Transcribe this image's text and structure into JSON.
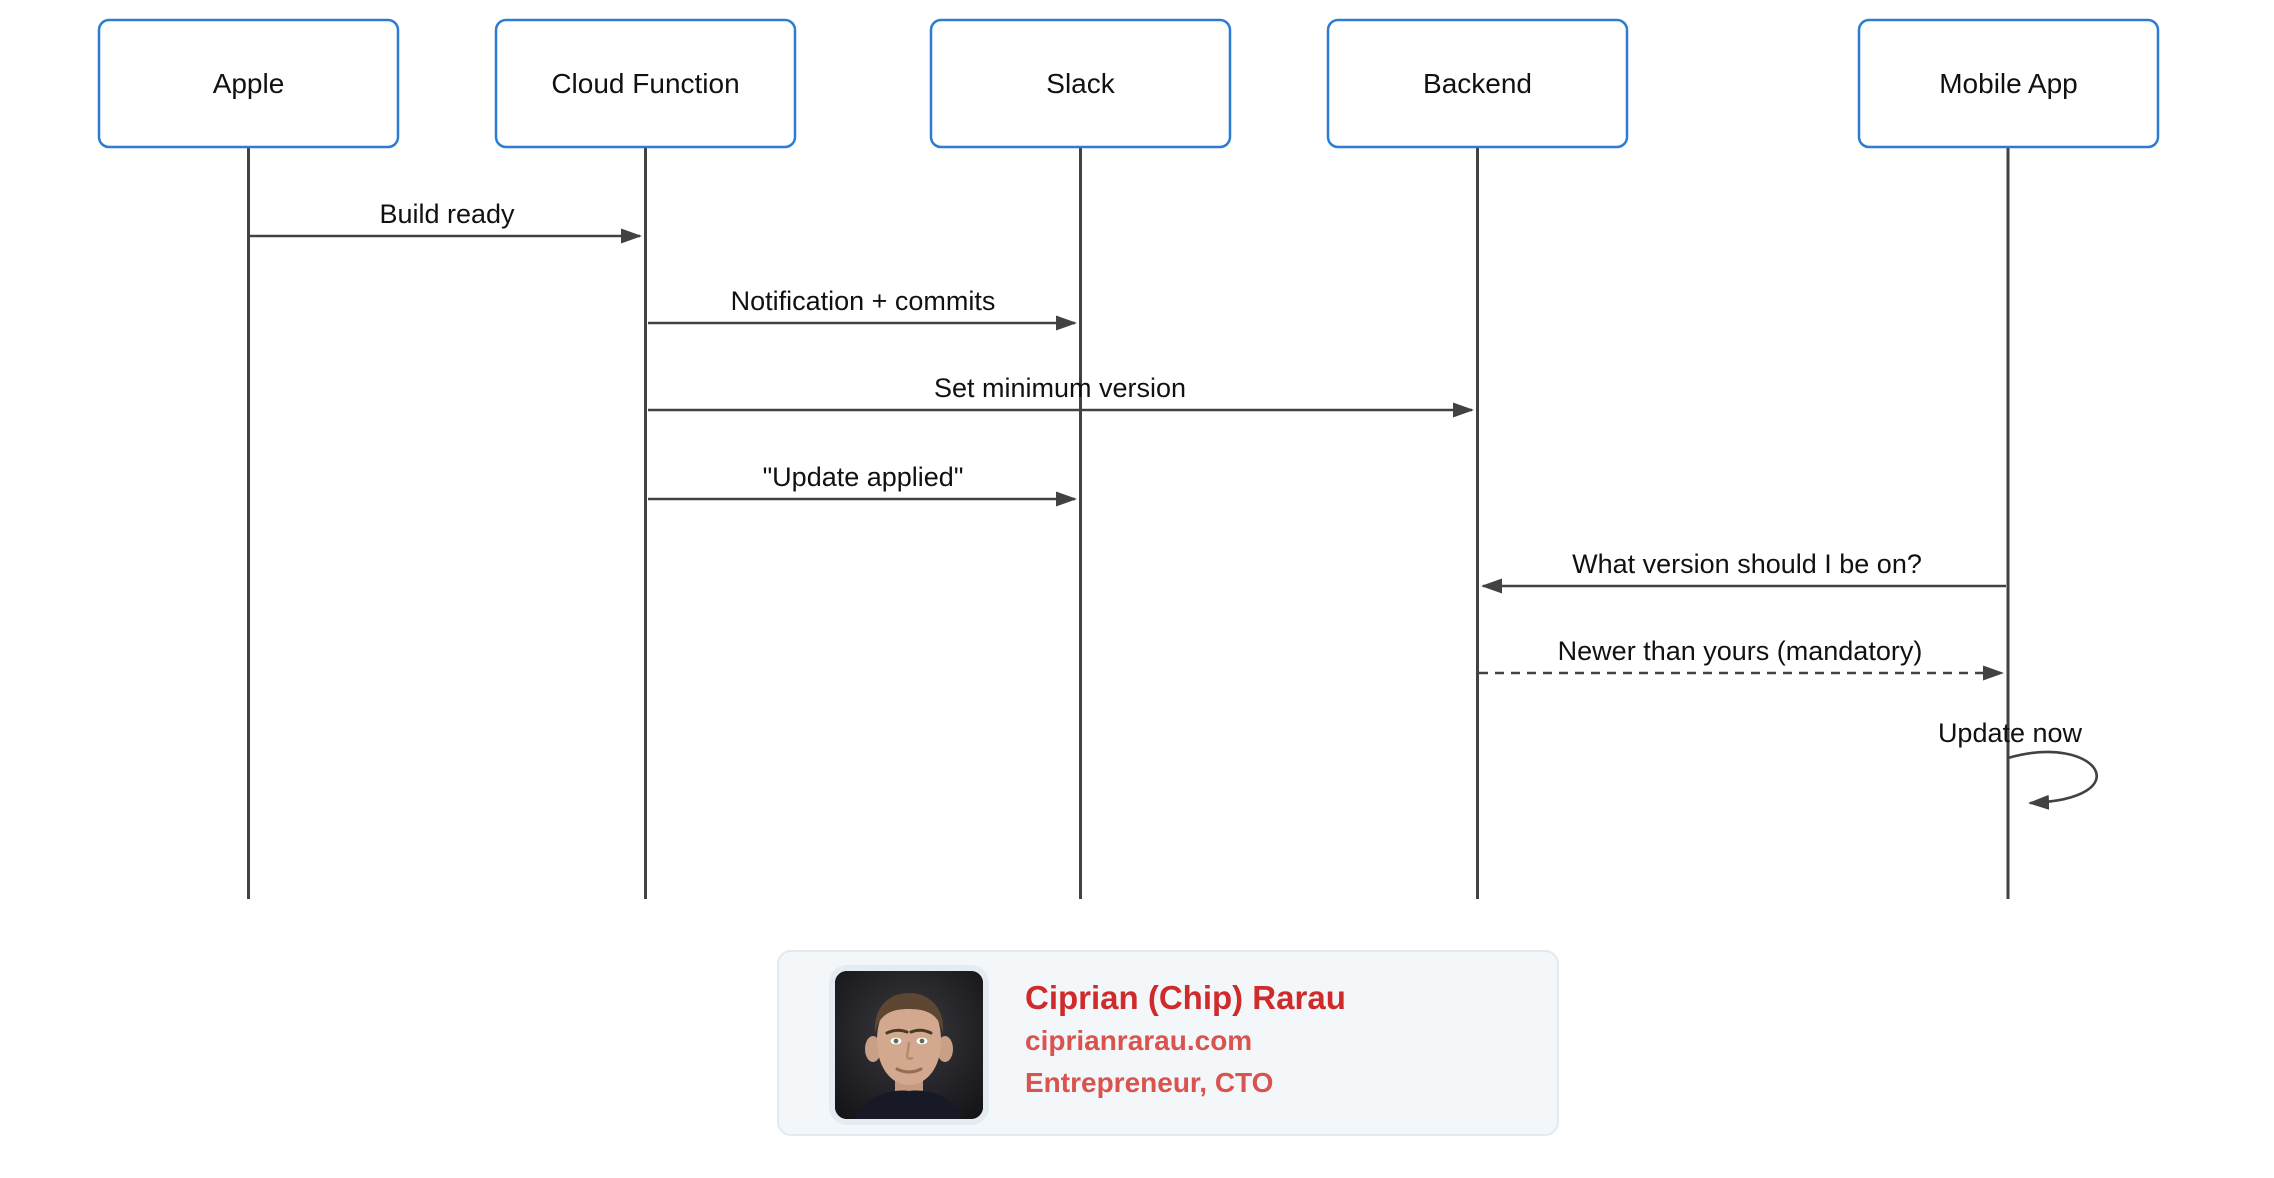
{
  "diagram": {
    "type": "sequence",
    "actors": [
      {
        "id": "apple",
        "label": "Apple"
      },
      {
        "id": "cloud-function",
        "label": "Cloud Function"
      },
      {
        "id": "slack",
        "label": "Slack"
      },
      {
        "id": "backend",
        "label": "Backend"
      },
      {
        "id": "mobile-app",
        "label": "Mobile App"
      }
    ],
    "messages": [
      {
        "from": "Apple",
        "to": "Cloud Function",
        "label": "Build ready",
        "style": "solid"
      },
      {
        "from": "Cloud Function",
        "to": "Slack",
        "label": "Notification + commits",
        "style": "solid"
      },
      {
        "from": "Cloud Function",
        "to": "Backend",
        "label": "Set minimum version",
        "style": "solid"
      },
      {
        "from": "Cloud Function",
        "to": "Slack",
        "label": "\"Update applied\"",
        "style": "solid"
      },
      {
        "from": "Mobile App",
        "to": "Backend",
        "label": "What version should I be on?",
        "style": "solid"
      },
      {
        "from": "Backend",
        "to": "Mobile App",
        "label": "Newer than yours (mandatory)",
        "style": "dashed"
      },
      {
        "from": "Mobile App",
        "to": "Mobile App",
        "label": "Update now",
        "style": "self-loop"
      }
    ]
  },
  "author_card": {
    "name": "Ciprian (Chip) Rarau",
    "website": "ciprianrarau.com",
    "title": "Entrepreneur, CTO"
  },
  "colors": {
    "actor_border": "#2b7cd3",
    "line": "#424242",
    "label_text": "#111111",
    "card_bg": "#f4f7fa",
    "card_border": "#e2e9f1",
    "name_red": "#d02b2b",
    "accent_red": "#d9534f"
  }
}
